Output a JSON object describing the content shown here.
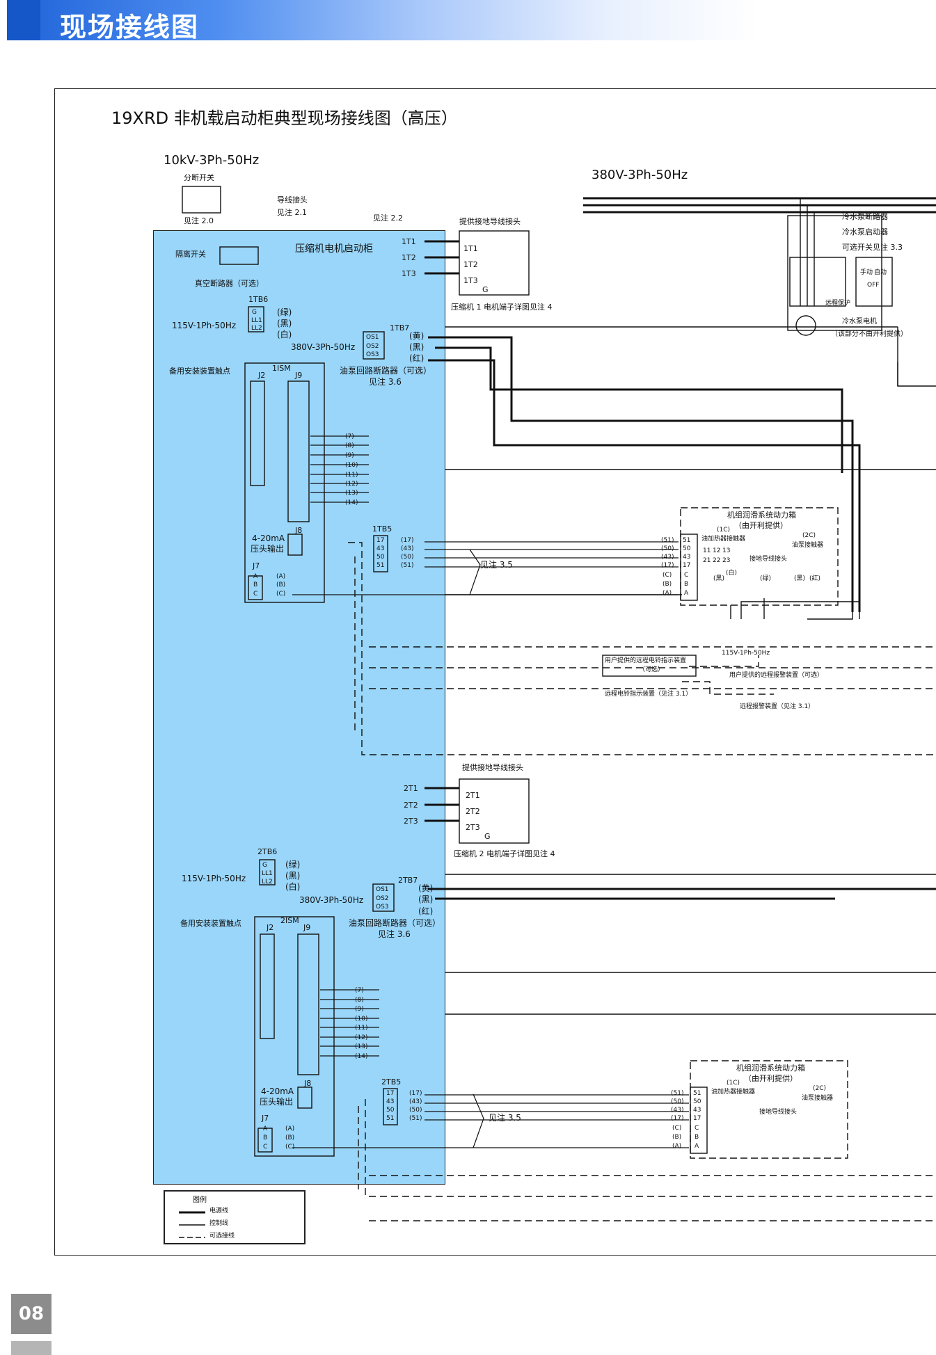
{
  "header": {
    "title": "现场接线图"
  },
  "diagram": {
    "title": "19XRD 非机载启动柜典型现场接线图（高压）",
    "labels": {
      "hv_supply": "10kV-3Ph-50Hz",
      "disconnect_switch": "分断开关",
      "see_note_2_0": "见注 2.0",
      "conductor_joint": "导线接头",
      "see_note_2_1": "见注 2.1",
      "see_note_2_2": "见注 2.2",
      "isolating_switch": "隔离开关",
      "vacuum_breaker": "真空断路器（可选）",
      "compressor_starter": "压缩机电机启动柜",
      "lv_supply": "380V-3Ph-50Hz",
      "ground_lug_1": "提供接地导线接头",
      "ground_lug_2": "提供接地导线接头",
      "motor1_note": "压缩机 1 电机端子详图见注 4",
      "motor2_note": "压缩机 2 电机端子详图见注 4",
      "chw_pump_breaker": "冷水泵断路器",
      "chw_pump_starter": "冷水泵启动器",
      "optional_switch_note": "可选开关见注 3.3",
      "chw_pump_motor": "冷水泵电机",
      "not_supplied": "（该部分不由开利提供）",
      "manual": "手动",
      "auto": "自动",
      "off": "OFF",
      "remote_protect": "远程保护",
      "tb6_1": "1TB6",
      "tb6_2": "2TB6",
      "tb7_1": "1TB7",
      "tb7_2": "2TB7",
      "tb5_1": "1TB5",
      "tb5_2": "2TB5",
      "ism_1": "1ISM",
      "ism_2": "2ISM",
      "supply_115": "115V-1Ph-50Hz",
      "supply_380": "380V-3Ph-50Hz",
      "green": "(绿)",
      "black": "(黑)",
      "white": "(白)",
      "yellow": "(黄)",
      "red": "(红)",
      "oil_pump_breaker": "油泵回路断路器（可选）",
      "see_note_3_6": "见注 3.6",
      "spare_contacts": "备用安装装置触点",
      "j2": "J2",
      "j9": "J9",
      "j8": "J8",
      "j7": "J7",
      "ma_output": "4-20mA",
      "head_output": "压头输出",
      "see_note_3_5": "见注 3.5",
      "lube_box": "机组润滑系统动力箱",
      "by_carrier": "（由开利提供）",
      "heater_contactor": "油加热器接触器",
      "oil_pump_contactor": "油泵接触器",
      "ground_joint": "接地导线接头",
      "c1": "(1C)",
      "c2": "(2C)",
      "remote_bell": "用户提供的远程电铃指示装置",
      "optional": "（可选）",
      "user_alarm": "用户提供的远程报警装置（可选）",
      "bell_indicator": "远程电铃指示装置（见注 3.1）",
      "alarm_device": "远程报警装置（见注 3.1）",
      "supply_115_small": "115V-1Ph-50Hz"
    },
    "motor_terminals_1": [
      "1T1",
      "1T2",
      "1T3"
    ],
    "motor_terminals_2": [
      "2T1",
      "2T2",
      "2T3"
    ],
    "terminal_ground": "G",
    "tb6_terminals": [
      "G",
      "LL1",
      "LL2"
    ],
    "tb7_terminals": [
      "OS1",
      "OS2",
      "OS3"
    ],
    "tb5_terminals": [
      "17",
      "43",
      "50",
      "51"
    ],
    "tb5_wire_labels": [
      "(17)",
      "(43)",
      "(50)",
      "(51)"
    ],
    "j9_wire_labels": [
      "(7)",
      "(8)",
      "(9)",
      "(10)",
      "(11)",
      "(12)",
      "(13)",
      "(14)"
    ],
    "j7_terminals": [
      "A",
      "B",
      "C"
    ],
    "j7_wire_labels": [
      "(A)",
      "(B)",
      "(C)"
    ],
    "lube_terminals": [
      "51",
      "50",
      "43",
      "17",
      "C",
      "B",
      "A"
    ],
    "lube_wire_labels": [
      "(51)",
      "(50)",
      "(43)",
      "(17)",
      "(C)",
      "(B)",
      "(A)"
    ],
    "contactor_labels": [
      "11",
      "12",
      "13",
      "21",
      "22",
      "23"
    ],
    "lube_colors": [
      "(黑)",
      "(白)",
      "(绿)",
      "(黑)",
      "(红)"
    ]
  },
  "legend": {
    "title": "图例",
    "items": [
      "电源线",
      "控制线",
      "可选接线"
    ]
  },
  "page_number": "08"
}
